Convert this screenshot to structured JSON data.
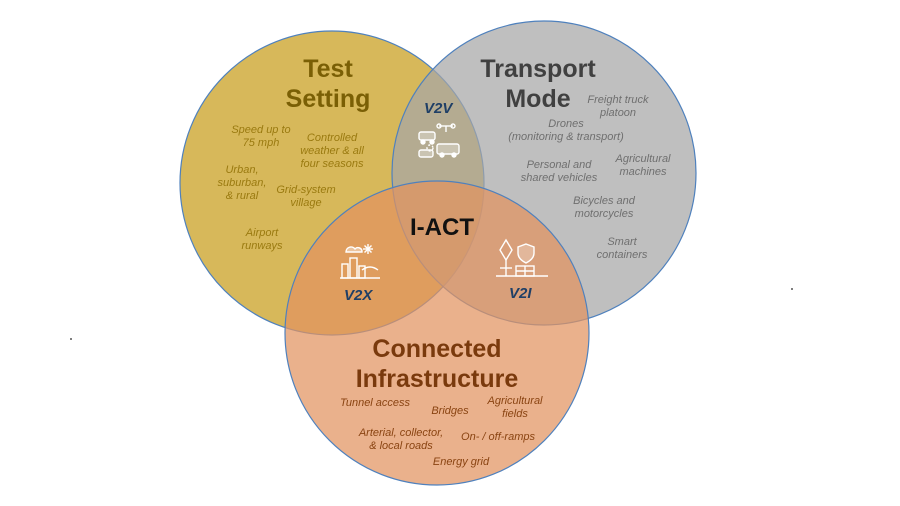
{
  "circles": {
    "test_setting": {
      "title_lines": [
        "Test",
        "Setting"
      ],
      "fill": "#d4b24c",
      "title_color": "#7a5f05",
      "items": [
        {
          "lines": [
            "Speed up to",
            "75 mph"
          ]
        },
        {
          "lines": [
            "Controlled",
            "weather & all",
            "four seasons"
          ]
        },
        {
          "lines": [
            "Urban,",
            "suburban,",
            "& rural"
          ]
        },
        {
          "lines": [
            "Grid-system",
            "village"
          ]
        },
        {
          "lines": [
            "Airport",
            "runways"
          ]
        }
      ]
    },
    "transport_mode": {
      "title_lines": [
        "Transport",
        "Mode"
      ],
      "fill": "#a6a6a6",
      "title_color": "#404040",
      "items": [
        {
          "lines": [
            "Freight truck",
            "platoon"
          ]
        },
        {
          "lines": [
            "Drones",
            "(monitoring & transport)"
          ]
        },
        {
          "lines": [
            "Personal and",
            "shared vehicles"
          ]
        },
        {
          "lines": [
            "Agricultural",
            "machines"
          ]
        },
        {
          "lines": [
            "Bicycles and",
            "motorcycles"
          ]
        },
        {
          "lines": [
            "Smart",
            "containers"
          ]
        }
      ]
    },
    "connected_infrastructure": {
      "title_lines": [
        "Connected",
        "Infrastructure"
      ],
      "fill": "#e09a6e",
      "title_color": "#7a3a0d",
      "items": [
        {
          "lines": [
            "Tunnel access"
          ]
        },
        {
          "lines": [
            "Bridges"
          ]
        },
        {
          "lines": [
            "Agricultural",
            "fields"
          ]
        },
        {
          "lines": [
            "Arterial, collector,",
            "& local roads"
          ]
        },
        {
          "lines": [
            "On- / off-ramps"
          ]
        },
        {
          "lines": [
            "Energy grid"
          ]
        }
      ]
    }
  },
  "center_label": "I-ACT",
  "intersections": {
    "v2v": "V2V",
    "v2x": "V2X",
    "v2i": "V2I"
  },
  "icons": {
    "v2v": "vehicles-drone-icon",
    "v2x": "weather-city-icon",
    "v2i": "infrastructure-grid-icon"
  },
  "outline_color": "#4f81bd"
}
